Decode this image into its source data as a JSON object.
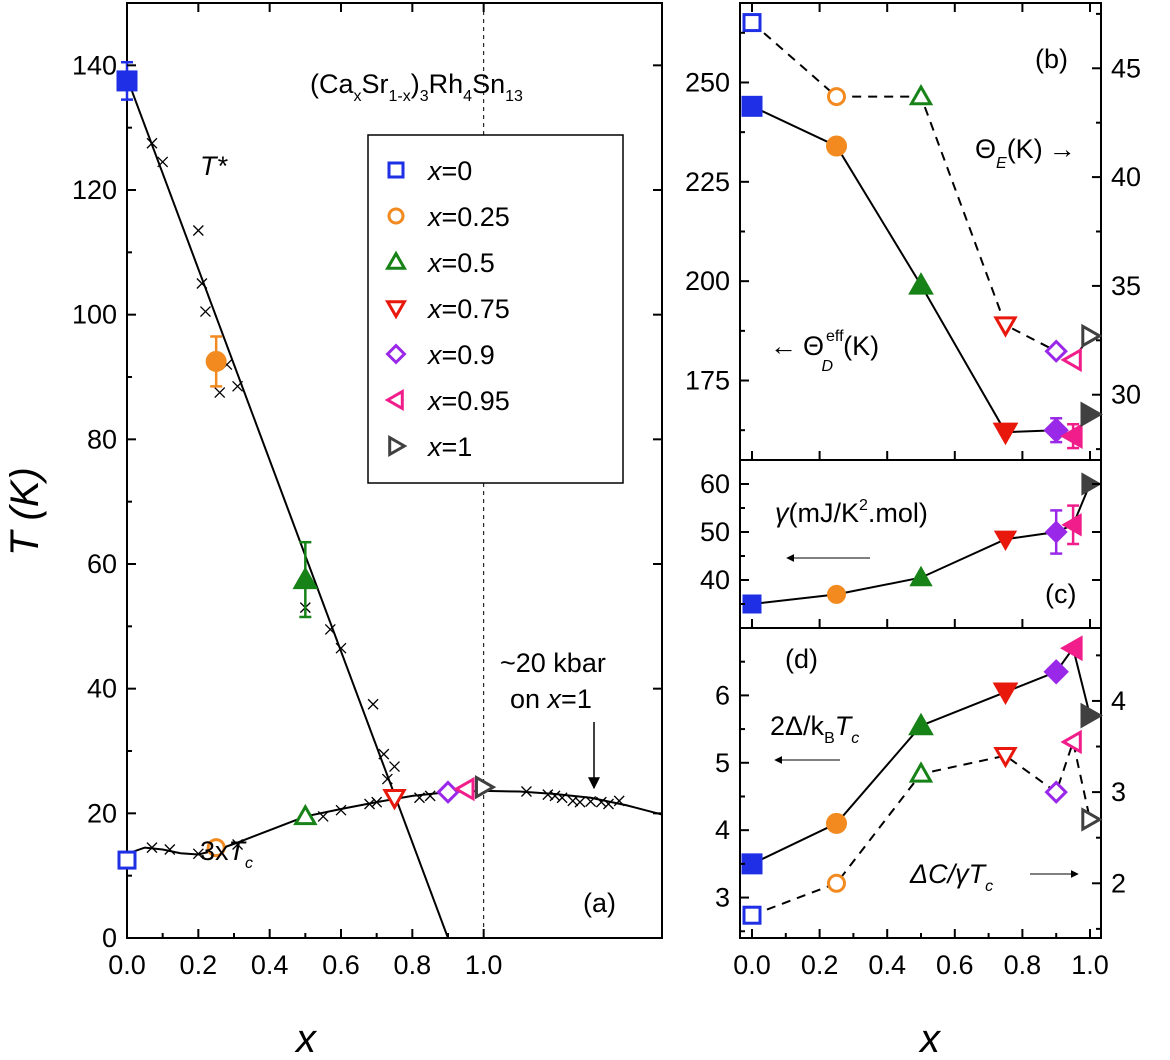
{
  "colors": {
    "x0": "#1e2fe6",
    "x025": "#f28a1f",
    "x05": "#178217",
    "x075": "#e8180c",
    "x09": "#9a28e8",
    "x095": "#f01d8a",
    "x1": "#404040"
  },
  "chart_data": [
    {
      "panel": "a",
      "type": "scatter",
      "panel_label": "(a)",
      "ylabel": "T (K)",
      "xlabel": "x",
      "xlim": [
        0,
        1.5
      ],
      "ylim": [
        0,
        150
      ],
      "x_ticks": [
        "0.0",
        "0.2",
        "0.4",
        "0.6",
        "0.8",
        "1.0"
      ],
      "y_ticks": [
        "0",
        "20",
        "40",
        "60",
        "80",
        "100",
        "120",
        "140"
      ],
      "title": "(CaxSr1-x)3Rh4Sn13",
      "title_parts": {
        "p1": "(Ca",
        "s1": "x",
        "p2": "Sr",
        "s2": "1-x",
        "p3": ")",
        "s3": "3",
        "p4": "Rh",
        "s4": "4",
        "p5": "Sn",
        "s5": "13"
      },
      "annotations": {
        "tstar": "T*",
        "tc_a": "3x",
        "tc_b": "T",
        "tc_c": "c",
        "pressure_line1": "~20 kbar",
        "pressure_line2_a": "on ",
        "pressure_line2_b": "x",
        "pressure_line2_c": "=1"
      },
      "legend": {
        "placement": "upper-middle",
        "entries": [
          {
            "x_sym": "x",
            "text": "=0",
            "color": "x0",
            "marker": "square"
          },
          {
            "x_sym": "x",
            "text": "=0.25",
            "color": "x025",
            "marker": "circle"
          },
          {
            "x_sym": "x",
            "text": "=0.5",
            "color": "x05",
            "marker": "triangle-up"
          },
          {
            "x_sym": "x",
            "text": "=0.75",
            "color": "x075",
            "marker": "triangle-down"
          },
          {
            "x_sym": "x",
            "text": "=0.9",
            "color": "x09",
            "marker": "diamond"
          },
          {
            "x_sym": "x",
            "text": "=0.95",
            "color": "x095",
            "marker": "triangle-left"
          },
          {
            "x_sym": "x",
            "text": "=1",
            "color": "x1",
            "marker": "triangle-right"
          }
        ]
      },
      "series": [
        {
          "name": "T* (filled)",
          "points": [
            {
              "x": 0.0,
              "y": 137.5,
              "err": 3,
              "color": "x0",
              "marker": "square"
            },
            {
              "x": 0.25,
              "y": 92.5,
              "err": 4,
              "color": "x025",
              "marker": "circle"
            },
            {
              "x": 0.5,
              "y": 57.5,
              "err": 6,
              "color": "x05",
              "marker": "triangle-up"
            }
          ]
        },
        {
          "name": "3x Tc (open)",
          "points": [
            {
              "x": 0.0,
              "y": 12.5,
              "color": "x0",
              "marker": "square"
            },
            {
              "x": 0.25,
              "y": 14.5,
              "color": "x025",
              "marker": "circle"
            },
            {
              "x": 0.5,
              "y": 19.5,
              "color": "x05",
              "marker": "triangle-up"
            },
            {
              "x": 0.75,
              "y": 22.5,
              "color": "x075",
              "marker": "triangle-down"
            },
            {
              "x": 0.9,
              "y": 23.4,
              "color": "x09",
              "marker": "diamond"
            },
            {
              "x": 0.95,
              "y": 23.9,
              "color": "x095",
              "marker": "triangle-left"
            },
            {
              "x": 1.0,
              "y": 24.2,
              "color": "x1",
              "marker": "triangle-right"
            }
          ]
        },
        {
          "name": "T* crosses",
          "points": [
            [
              0.07,
              127.5
            ],
            [
              0.1,
              124.5
            ],
            [
              0.2,
              113.5
            ],
            [
              0.21,
              105
            ],
            [
              0.22,
              100.5
            ],
            [
              0.26,
              87.5
            ],
            [
              0.28,
              92
            ],
            [
              0.31,
              88.5
            ],
            [
              0.5,
              53
            ],
            [
              0.57,
              49.5
            ],
            [
              0.6,
              46.5
            ],
            [
              0.69,
              37.5
            ],
            [
              0.72,
              29.5
            ],
            [
              0.73,
              25.5
            ],
            [
              0.75,
              27.5
            ]
          ]
        },
        {
          "name": "Tc crosses",
          "points": [
            [
              0.07,
              14.5
            ],
            [
              0.12,
              14.2
            ],
            [
              0.2,
              13.5
            ],
            [
              0.31,
              15
            ],
            [
              0.55,
              19.5
            ],
            [
              0.6,
              20.5
            ],
            [
              0.68,
              21.5
            ],
            [
              0.7,
              21.8
            ],
            [
              0.82,
              22.5
            ],
            [
              0.85,
              22.8
            ],
            [
              1.12,
              23.5
            ],
            [
              1.18,
              23
            ],
            [
              1.2,
              22.8
            ],
            [
              1.22,
              22.5
            ],
            [
              1.25,
              22
            ],
            [
              1.27,
              21.8
            ],
            [
              1.3,
              21.9
            ],
            [
              1.33,
              21.8
            ],
            [
              1.35,
              21.5
            ],
            [
              1.38,
              22.0
            ]
          ]
        }
      ],
      "fit_lines": {
        "tstar_line": [
          [
            0.0,
            138
          ],
          [
            0.9,
            0
          ]
        ],
        "tc_curve": [
          [
            0.0,
            13.5
          ],
          [
            0.05,
            14.5
          ],
          [
            0.1,
            14.2
          ],
          [
            0.15,
            13.6
          ],
          [
            0.2,
            13.4
          ],
          [
            0.25,
            14.1
          ],
          [
            0.3,
            15.1
          ],
          [
            0.4,
            17.3
          ],
          [
            0.5,
            19.5
          ],
          [
            0.6,
            20.7
          ],
          [
            0.7,
            21.8
          ],
          [
            0.8,
            22.8
          ],
          [
            0.9,
            23.4
          ],
          [
            1.0,
            23.6
          ],
          [
            1.1,
            23.5
          ],
          [
            1.2,
            23.1
          ],
          [
            1.3,
            22.5
          ],
          [
            1.4,
            21.3
          ],
          [
            1.5,
            19.8
          ]
        ]
      },
      "dashed_vline_x": 1.0
    },
    {
      "panel": "b",
      "type": "line",
      "panel_label": "(b)",
      "xlim": [
        0,
        1
      ],
      "ylim_left": [
        155,
        270
      ],
      "ylim_right": [
        27,
        48
      ],
      "y_ticks_left": [
        "175",
        "200",
        "225",
        "250"
      ],
      "y_ticks_right": [
        "30",
        "35",
        "40",
        "45"
      ],
      "label_debye": {
        "arrow": "←",
        "symbol": "Θ",
        "sup": "eff",
        "sub": "D",
        "unit": "(K)"
      },
      "label_einstein": {
        "symbol": "Θ",
        "sub": "E",
        "unit": "(K)",
        "arrow": "→"
      },
      "series": [
        {
          "name": "ΘD eff (filled, left axis)",
          "points": [
            {
              "x": 0.0,
              "y": 244,
              "color": "x0",
              "marker": "square"
            },
            {
              "x": 0.25,
              "y": 234,
              "color": "x025",
              "marker": "circle"
            },
            {
              "x": 0.5,
              "y": 199,
              "color": "x05",
              "marker": "triangle-up"
            },
            {
              "x": 0.75,
              "y": 162,
              "color": "x075",
              "marker": "triangle-down"
            },
            {
              "x": 0.9,
              "y": 162.5,
              "err": 3,
              "color": "x09",
              "marker": "diamond"
            },
            {
              "x": 0.95,
              "y": 161,
              "err": 3,
              "color": "x095",
              "marker": "triangle-left"
            },
            {
              "x": 1.0,
              "y": 166.5,
              "color": "x1",
              "marker": "triangle-right"
            }
          ]
        },
        {
          "name": "ΘE (open, right axis)",
          "points": [
            {
              "x": 0.0,
              "y": 47.1,
              "color": "x0",
              "marker": "square"
            },
            {
              "x": 0.25,
              "y": 43.7,
              "color": "x025",
              "marker": "circle"
            },
            {
              "x": 0.5,
              "y": 43.7,
              "color": "x05",
              "marker": "triangle-up"
            },
            {
              "x": 0.75,
              "y": 33.2,
              "color": "x075",
              "marker": "triangle-down"
            },
            {
              "x": 0.9,
              "y": 32.0,
              "color": "x09",
              "marker": "diamond"
            },
            {
              "x": 0.95,
              "y": 31.6,
              "color": "x095",
              "marker": "triangle-left"
            },
            {
              "x": 1.0,
              "y": 32.7,
              "color": "x1",
              "marker": "triangle-right"
            }
          ]
        }
      ]
    },
    {
      "panel": "c",
      "type": "line",
      "panel_label": "(c)",
      "xlim": [
        0,
        1
      ],
      "ylim": [
        30,
        65
      ],
      "y_ticks": [
        "40",
        "50",
        "60"
      ],
      "label_gamma": {
        "symbol": "γ",
        "text_a": "(mJ/K",
        "sup": "2",
        "text_b": ".mol)"
      },
      "series": [
        {
          "name": "γ",
          "points": [
            {
              "x": 0.0,
              "y": 35,
              "color": "x0",
              "marker": "square"
            },
            {
              "x": 0.25,
              "y": 37,
              "color": "x025",
              "marker": "circle"
            },
            {
              "x": 0.5,
              "y": 40.5,
              "color": "x05",
              "marker": "triangle-up"
            },
            {
              "x": 0.75,
              "y": 48.5,
              "color": "x075",
              "marker": "triangle-down"
            },
            {
              "x": 0.9,
              "y": 50,
              "err": 4.5,
              "color": "x09",
              "marker": "diamond"
            },
            {
              "x": 0.95,
              "y": 51.5,
              "err": 4,
              "color": "x095",
              "marker": "triangle-left"
            },
            {
              "x": 1.0,
              "y": 60,
              "color": "x1",
              "marker": "triangle-right"
            }
          ]
        }
      ]
    },
    {
      "panel": "d",
      "type": "line",
      "panel_label": "(d)",
      "xlabel": "x",
      "xlim": [
        0,
        1
      ],
      "x_ticks": [
        "0.0",
        "0.2",
        "0.4",
        "0.6",
        "0.8",
        "1.0"
      ],
      "ylim_left": [
        2.4,
        7.0
      ],
      "ylim_right": [
        1.4,
        4.8
      ],
      "y_ticks_left": [
        "3",
        "4",
        "5",
        "6"
      ],
      "y_ticks_right": [
        "2",
        "3",
        "4"
      ],
      "label_gap": {
        "a": "2Δ/k",
        "sub": "B",
        "b": "T",
        "sub2": "c"
      },
      "label_dc": {
        "a": "ΔC/γT",
        "sub": "c",
        "arrow": "→"
      },
      "series": [
        {
          "name": "2Δ/kBTc (filled, left axis)",
          "points": [
            {
              "x": 0.0,
              "y": 3.5,
              "color": "x0",
              "marker": "square"
            },
            {
              "x": 0.25,
              "y": 4.1,
              "color": "x025",
              "marker": "circle"
            },
            {
              "x": 0.5,
              "y": 5.55,
              "color": "x05",
              "marker": "triangle-up"
            },
            {
              "x": 0.75,
              "y": 6.05,
              "color": "x075",
              "marker": "triangle-down"
            },
            {
              "x": 0.9,
              "y": 6.35,
              "color": "x09",
              "marker": "diamond"
            },
            {
              "x": 0.95,
              "y": 6.7,
              "color": "x095",
              "marker": "triangle-left"
            },
            {
              "x": 1.0,
              "y": 5.7,
              "color": "x1",
              "marker": "triangle-right"
            }
          ]
        },
        {
          "name": "ΔC/γTc (open, right axis)",
          "points": [
            {
              "x": 0.0,
              "y": 1.65,
              "color": "x0",
              "marker": "square"
            },
            {
              "x": 0.25,
              "y": 2.0,
              "color": "x025",
              "marker": "circle"
            },
            {
              "x": 0.5,
              "y": 3.2,
              "color": "x05",
              "marker": "triangle-up"
            },
            {
              "x": 0.75,
              "y": 3.4,
              "color": "x075",
              "marker": "triangle-down"
            },
            {
              "x": 0.9,
              "y": 3.0,
              "color": "x09",
              "marker": "diamond"
            },
            {
              "x": 0.95,
              "y": 3.55,
              "color": "x095",
              "marker": "triangle-left"
            },
            {
              "x": 1.0,
              "y": 2.7,
              "color": "x1",
              "marker": "triangle-right"
            }
          ]
        }
      ]
    }
  ]
}
